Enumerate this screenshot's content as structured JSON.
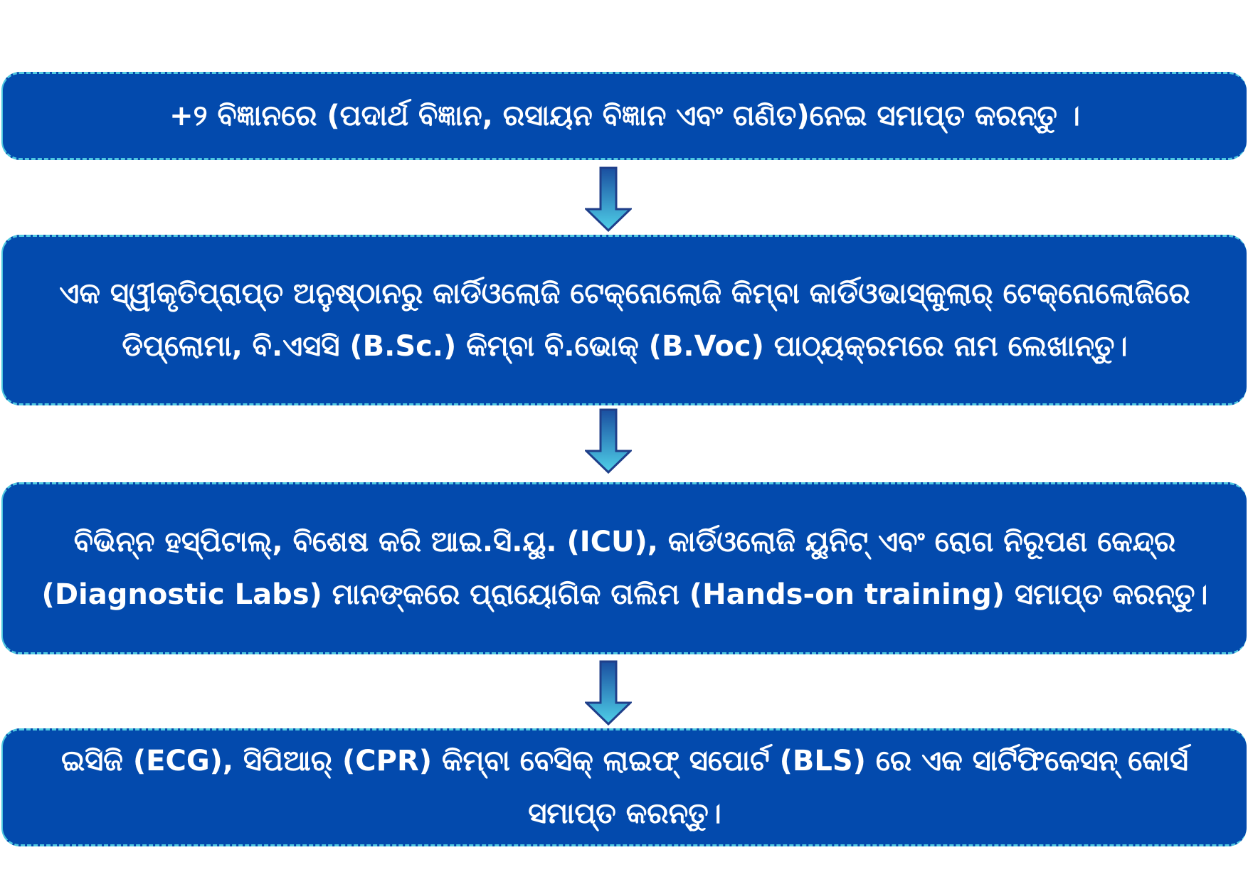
{
  "steps": [
    {
      "text": "+୨ ବିଜ୍ଞାନରେ (ପଦାର୍ଥ ବିଜ୍ଞାନ, ରସାୟନ ବିଜ୍ଞାନ ଏବଂ ଗଣିତ)ନେଇ ସମାପ୍ତ କରନ୍ତୁ ।"
    },
    {
      "text": "ଏକ ସ୍ୱୀକୃତିପ୍ରାପ୍ତ ଅନୁଷ୍ଠାନରୁ କାର୍ଡିଓଲୋଜି ଟେକ୍ନୋଲୋଜି କିମ୍ବା କାର୍ଡିଓଭାସ୍କୁଲାର୍ ଟେକ୍ନୋଲୋଜିରେ ଡିପ୍ଲୋମା, ବି.ଏସସି (B.Sc.) କିମ୍ବା ବି.ଭୋକ୍ (B.Voc) ପାଠ୍ୟକ୍ରମରେ ନାମ ଲେଖାନ୍ତୁ।"
    },
    {
      "text": "ବିଭିନ୍ନ ହସ୍ପିଟାଲ୍, ବିଶେଷ କରି ଆଇ.ସି.ୟୁ. (ICU), କାର୍ଡିଓଲୋଜି ୟୁନିଟ୍ ଏବଂ ରୋଗ ନିରୂପଣ କେନ୍ଦ୍ର (Diagnostic Labs) ମାନଙ୍କରେ ପ୍ରାୟୋଗିକ ତାଲିମ (Hands-on training) ସମାପ୍ତ କରନ୍ତୁ।"
    },
    {
      "text": "ଇସିଜି (ECG), ସିପିଆର୍ (CPR) କିମ୍ବା ବେସିକ୍ ଲାଇଫ୍ ସପୋର୍ଟ (BLS) ରେ ଏକ ସାର୍ଟିଫିକେସନ୍ କୋର୍ସ ସମାପ୍ତ କରନ୍ତୁ।"
    }
  ],
  "colors": {
    "box": "#034aad",
    "border": "#4fc8e0",
    "arrow_top": "#1a4fa0",
    "arrow_bottom": "#4fd0e8"
  }
}
